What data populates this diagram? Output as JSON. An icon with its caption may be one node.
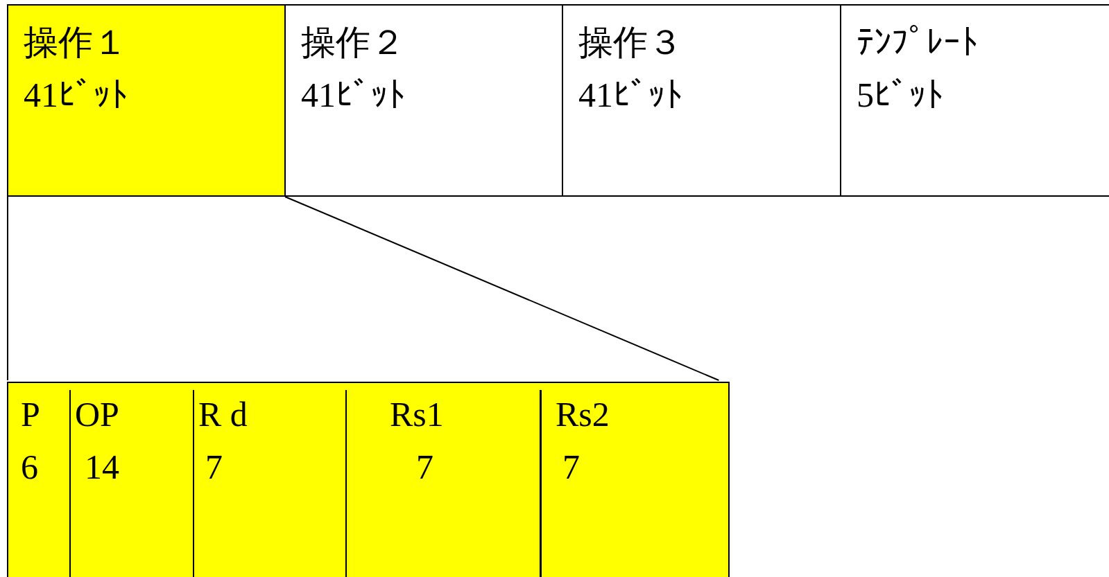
{
  "diagram": {
    "nodes": [
      {
        "text": [
          "操作１",
          "41ﾋﾞｯﾄ"
        ]
      },
      {
        "text": [
          "操作２",
          "41ﾋﾞｯﾄ"
        ]
      },
      {
        "text": [
          "操作３",
          "41ﾋﾞｯﾄ"
        ]
      },
      {
        "text": [
          "ﾃﾝﾌﾟﾚｰﾄ",
          "5ﾋﾞｯﾄ"
        ]
      },
      {
        "text": [],
        "shape": "box"
      },
      {
        "text": [
          "P",
          "6"
        ],
        "in": 4
      },
      {
        "text": [
          "OP",
          "14"
        ],
        "in": 4
      },
      {
        "text": [
          "R d",
          "7"
        ],
        "in": 4
      },
      {
        "text": [
          "Rs1",
          "7"
        ],
        "in": 4
      },
      {
        "text": [
          "Rs2",
          "7"
        ],
        "in": 4
      }
    ],
    "edges": [
      {
        "from": 0,
        "to": 4,
        "arrow": "none"
      },
      {
        "from": 0,
        "to": 4,
        "arrow": "none"
      }
    ]
  }
}
